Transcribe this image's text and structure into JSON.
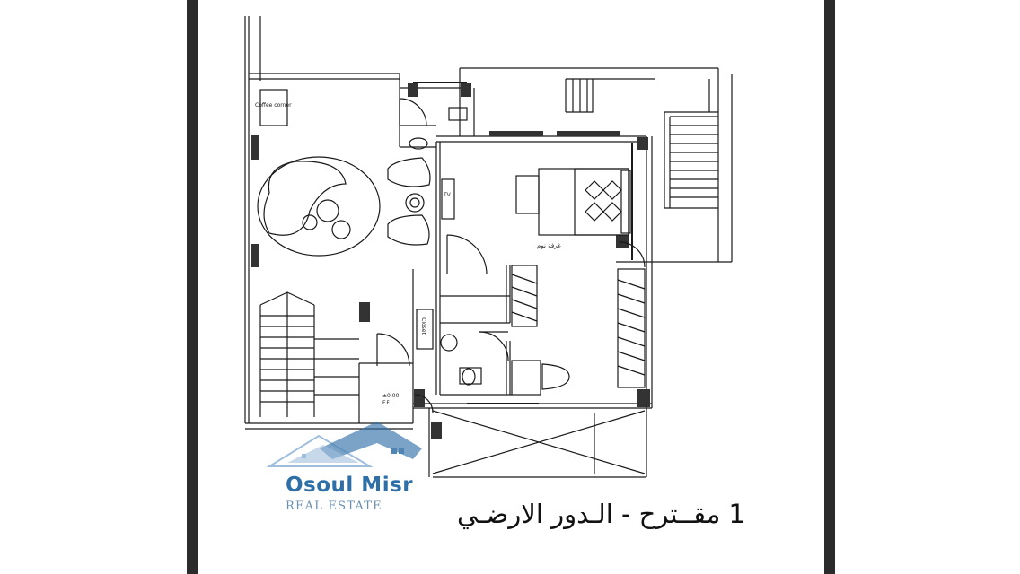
{
  "plan": {
    "labels": {
      "coffee_corner": "Coffee corner",
      "tv": "TV",
      "master_bedroom": "غرفة نوم",
      "closet": "Closet",
      "level": "±0.00",
      "level_sub": "F.F.L"
    },
    "caption": "1 مقــترح  -  الـدور الارضـي"
  },
  "watermark": {
    "name": "Osoul Misr",
    "subtitle": "REAL ESTATE",
    "colors": {
      "primary": "#2f6fa8",
      "light": "#8fb3d6"
    }
  },
  "colors": {
    "frame": "#2b2b2b",
    "line": "#1a1a1a",
    "column": "#333333"
  }
}
